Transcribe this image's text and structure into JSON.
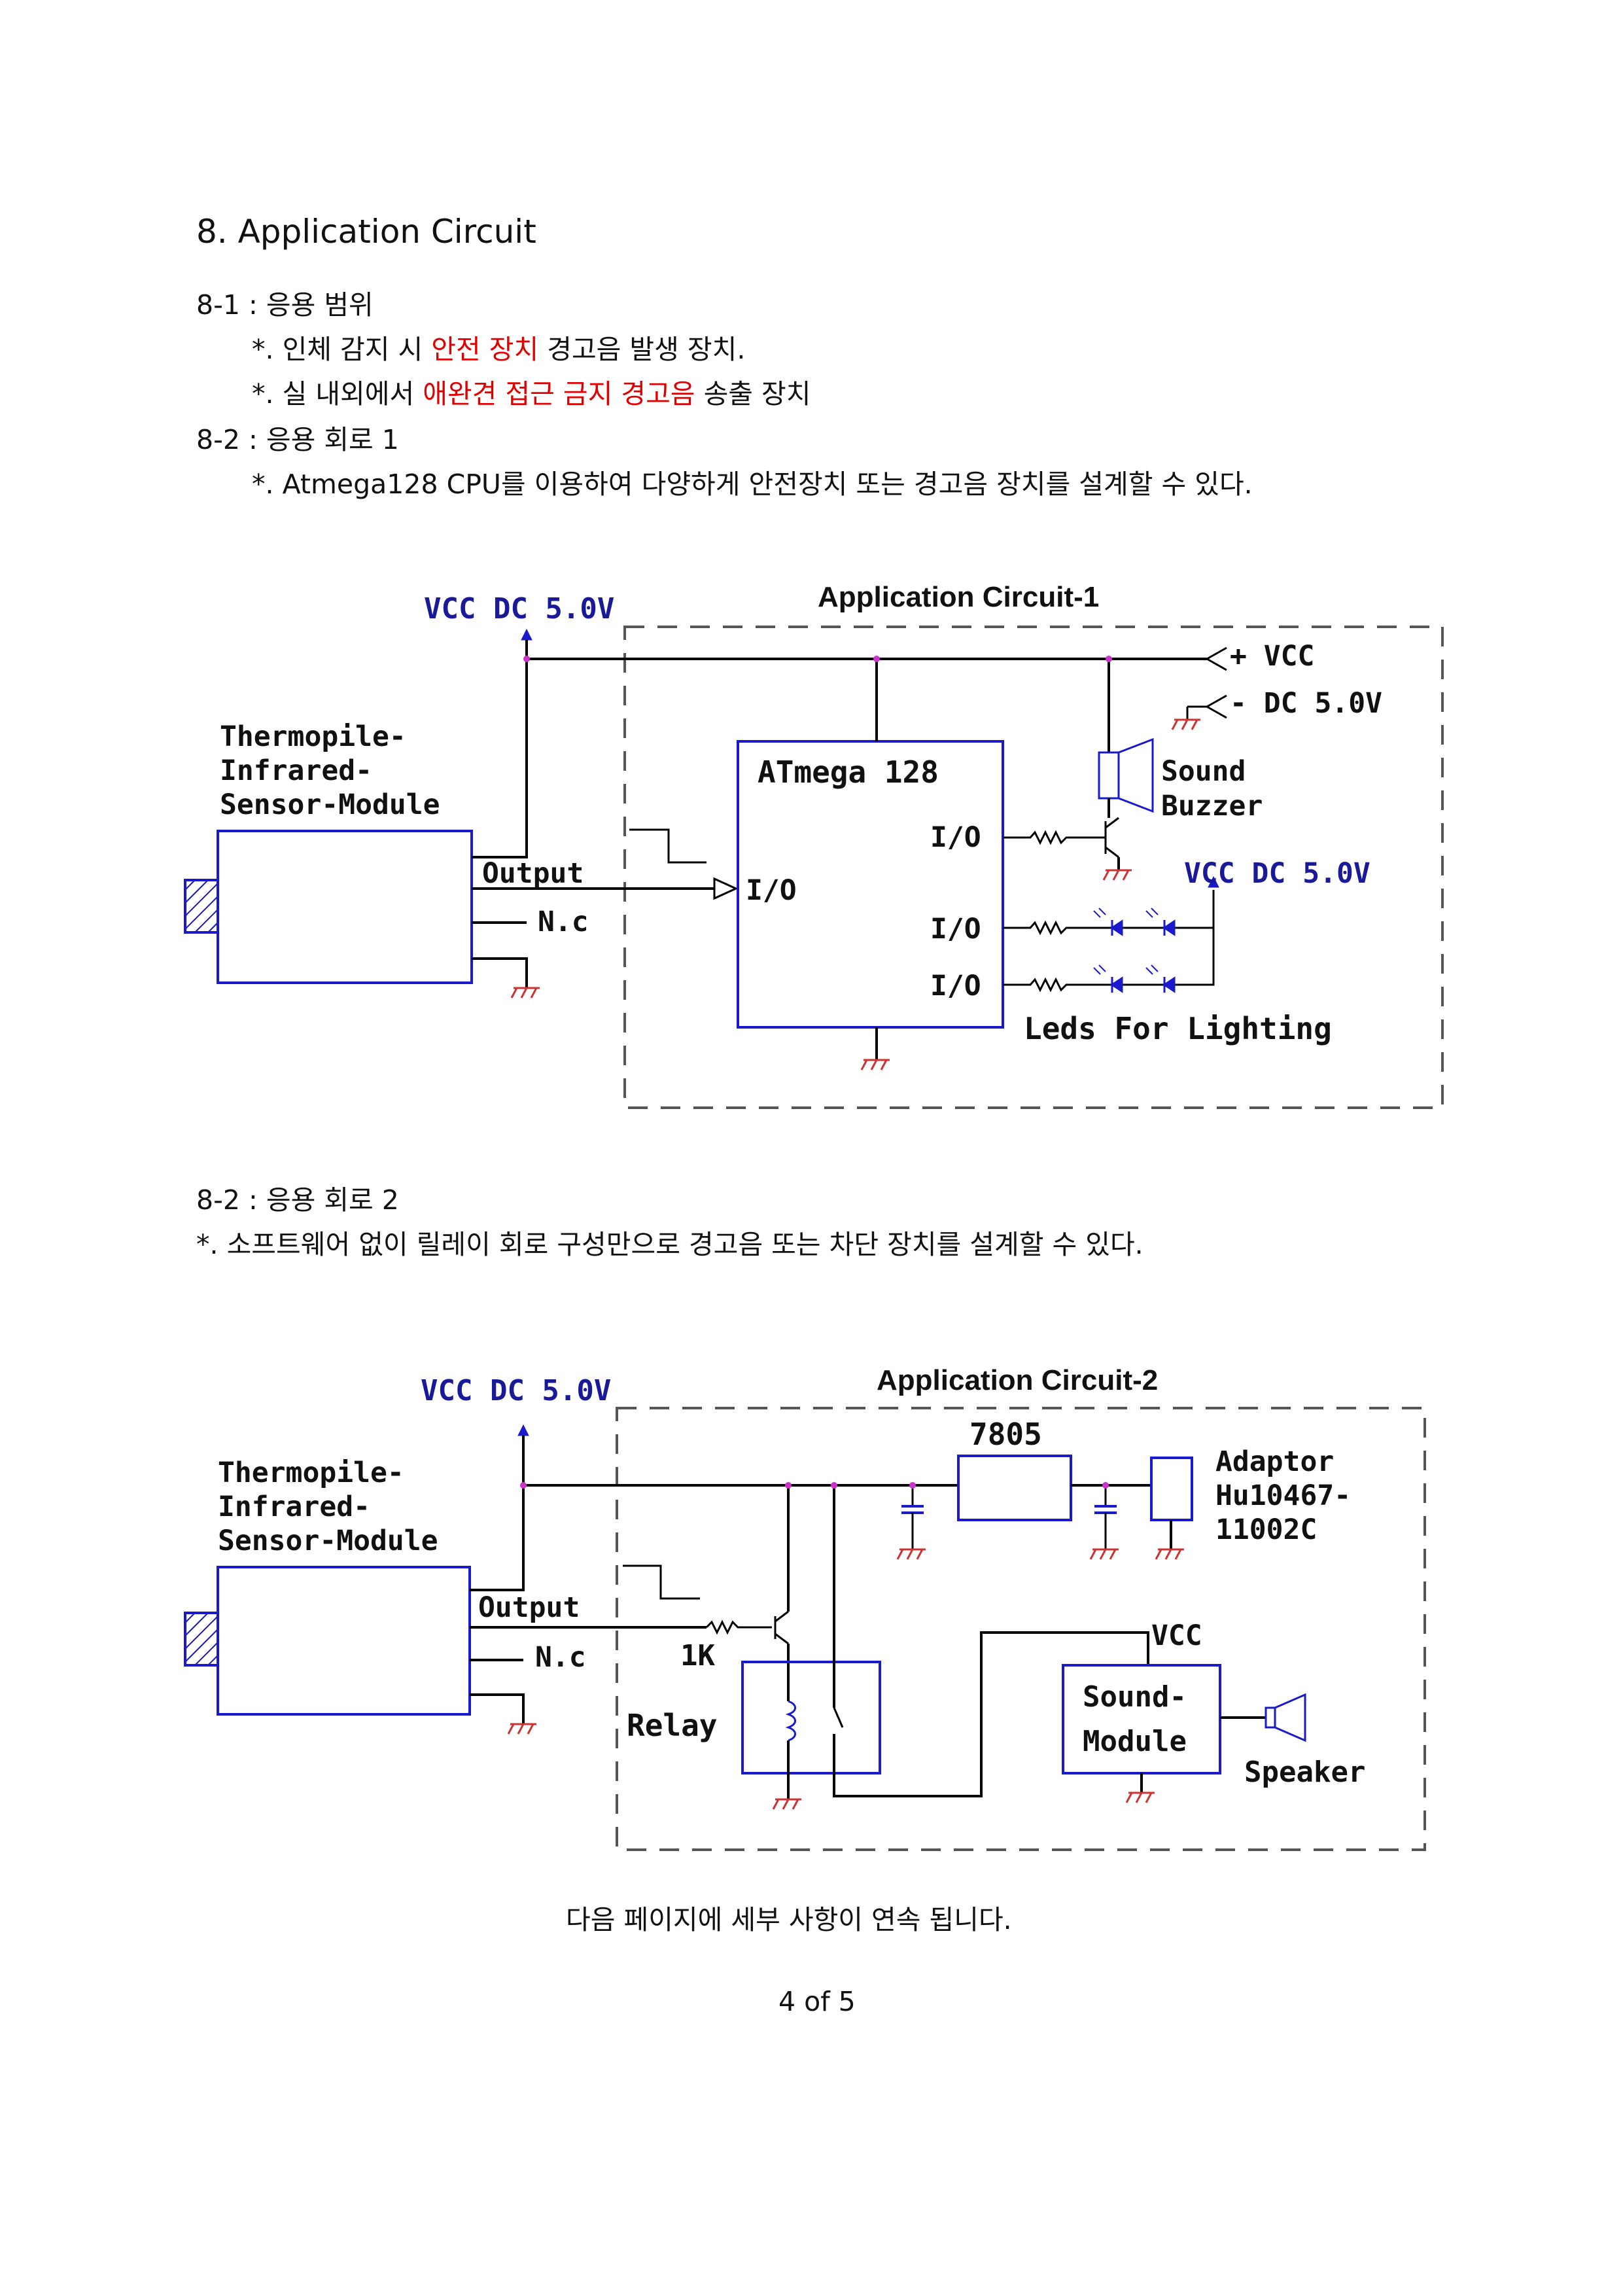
{
  "heading": "8. Application Circuit",
  "s81": {
    "title": "8-1 : 응용 범위",
    "line1": {
      "a": "*. 인체 감지 시 ",
      "red": "안전 장치",
      "b": " 경고음 발생 장치."
    },
    "line2": {
      "a": "*. 실 내외에서 ",
      "red": "애완견 접근 금지 경고음",
      "b": " 송출 장치"
    }
  },
  "s82a": {
    "title": "8-2 : 응용 회로 1",
    "line1": "*. Atmega128 CPU를 이용하여 다양하게 안전장치 또는 경고음 장치를 설계할 수 있다."
  },
  "circuit1": {
    "title": "Application Circuit-1",
    "vcc": "VCC DC 5.0V",
    "sensor": [
      "Thermopile-",
      "Infrared-",
      "Sensor-Module"
    ],
    "output": "Output",
    "nc": "N.c",
    "mcu": "ATmega 128",
    "io": "I/O",
    "plus_vcc": "+ VCC",
    "minus_dc": "- DC 5.0V",
    "buzzer": [
      "Sound",
      "Buzzer"
    ],
    "vcc2": "VCC DC 5.0V",
    "leds": "Leds For Lighting"
  },
  "s82b": {
    "title": "8-2 : 응용 회로 2",
    "line1": "*. 소프트웨어 없이 릴레이 회로 구성만으로 경고음 또는 차단 장치를 설계할 수 있다."
  },
  "circuit2": {
    "title": "Application Circuit-2",
    "vcc": "VCC DC 5.0V",
    "sensor": [
      "Thermopile-",
      "Infrared-",
      "Sensor-Module"
    ],
    "output": "Output",
    "nc": "N.c",
    "reg": "7805",
    "adaptor": [
      "Adaptor",
      "Hu10467-",
      "11002C"
    ],
    "res": "1K",
    "relay": "Relay",
    "vcc2": "VCC",
    "sound": [
      "Sound-",
      "Module"
    ],
    "speaker": "Speaker"
  },
  "next": "다음 페이지에 세부 사항이 연속 됩니다.",
  "page": "4 of 5",
  "colors": {
    "wire": "#000000",
    "box": "#1a1acc",
    "label_blue": "#1a1a99",
    "ground": "#cc3333",
    "junction": "#cc33cc",
    "red_text": "#e00000"
  }
}
